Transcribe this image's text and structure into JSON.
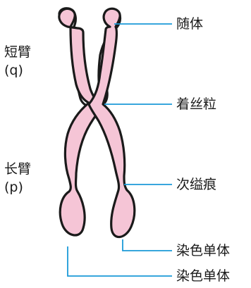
{
  "labels": {
    "short_arm": "短臂",
    "short_arm_symbol": "(q)",
    "long_arm": "长臂",
    "long_arm_symbol": "(p)",
    "satellite": "随体",
    "centromere": "着丝粒",
    "secondary_constriction": "次缢痕",
    "chromatid_1": "染色单体",
    "chromatid_2": "染色单体"
  },
  "colors": {
    "chromosome_fill": "#f5c5d6",
    "outline": "#1a1a1a",
    "leader_line": "#1b9ad8"
  }
}
